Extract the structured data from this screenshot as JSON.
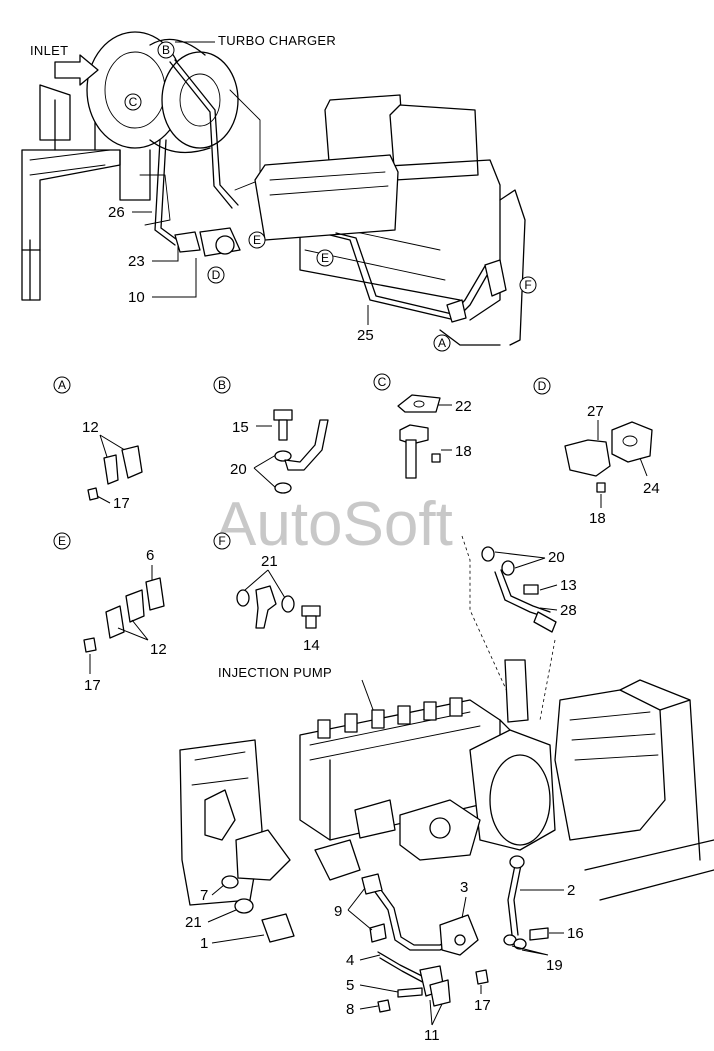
{
  "labels": {
    "inlet": "INLET",
    "turbo_charger": "TURBO CHARGER",
    "injection_pump": "INJECTION PUMP"
  },
  "watermark": "AutoSoft",
  "callouts": {
    "c26": "26",
    "c23": "23",
    "c10": "10",
    "c25": "25",
    "c12a": "12",
    "c17a": "17",
    "c15": "15",
    "c20b": "20",
    "c22": "22",
    "c18c": "18",
    "c27": "27",
    "c24": "24",
    "c18d": "18",
    "c6": "6",
    "c12e": "12",
    "c17e": "17",
    "c21f": "21",
    "c14": "14",
    "c20r": "20",
    "c13": "13",
    "c28": "28",
    "c7": "7",
    "c21b": "21",
    "c1": "1",
    "c9": "9",
    "c4": "4",
    "c5": "5",
    "c8": "8",
    "c3": "3",
    "c17b": "17",
    "c11": "11",
    "c2": "2",
    "c16": "16",
    "c19": "19"
  },
  "refs": {
    "top_b": "B",
    "top_c": "C",
    "top_e1": "E",
    "top_e2": "E",
    "top_d": "D",
    "top_f": "F",
    "top_a": "A",
    "sec_a": "A",
    "sec_b": "B",
    "sec_c": "C",
    "sec_d": "D",
    "sec_e": "E",
    "sec_f": "F"
  }
}
